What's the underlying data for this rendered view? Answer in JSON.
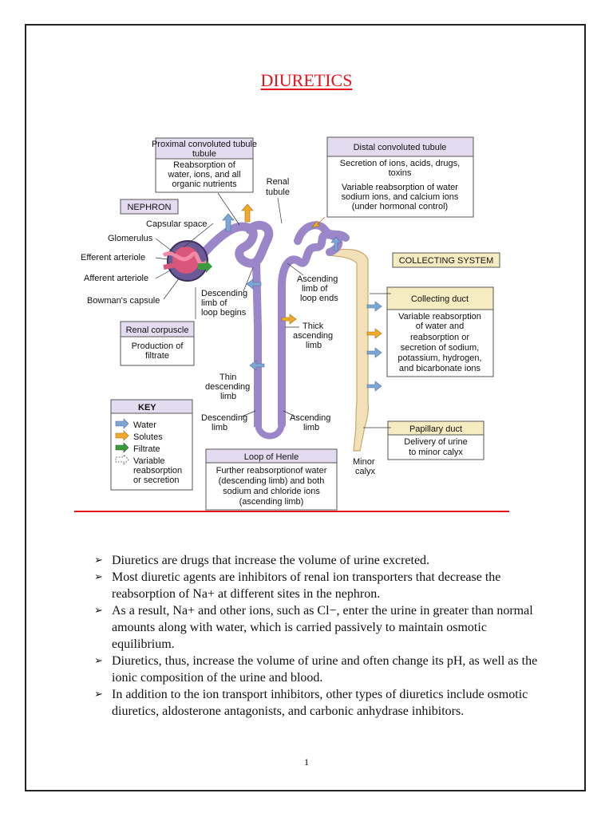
{
  "document": {
    "title": "DIURETICS",
    "page_number": "1"
  },
  "figure": {
    "proximal_header": "Proximal convoluted tubule",
    "proximal_body_1": "Reabsorption of",
    "proximal_body_2": "water, ions, and all",
    "proximal_body_3": "organic nutrients",
    "renal_tubule_1": "Renal",
    "renal_tubule_2": "tubule",
    "nephron": "NEPHRON",
    "capsular_space": "Capsular space",
    "glomerulus": "Glomerulus",
    "efferent_arteriole": "Efferent arteriole",
    "afferent_arteriole": "Afferent arteriole",
    "bowmans_capsule": "Bowman's capsule",
    "descending_begins_1": "Descending",
    "descending_begins_2": "limb of",
    "descending_begins_3": "loop begins",
    "renal_corpuscle_header": "Renal corpuscle",
    "renal_corpuscle_body_1": "Production of",
    "renal_corpuscle_body_2": "filtrate",
    "distal_header": "Distal convoluted tubule",
    "distal_body_1": "Secretion of ions, acids, drugs,",
    "distal_body_2": "toxins",
    "distal_body_3": "Variable reabsorption of water",
    "distal_body_4": "sodium ions, and calcium ions",
    "distal_body_5": "(under hormonal control)",
    "collecting_system": "COLLECTING SYSTEM",
    "ascending_ends_1": "Ascending",
    "ascending_ends_2": "limb of",
    "ascending_ends_3": "loop ends",
    "thick_1": "Thick",
    "thick_2": "ascending",
    "thick_3": "limb",
    "thin_1": "Thin",
    "thin_2": "descending",
    "thin_3": "limb",
    "descending_limb_1": "Descending",
    "descending_limb_2": "limb",
    "ascending_limb_1": "Ascending",
    "ascending_limb_2": "limb",
    "collecting_duct_header": "Collecting duct",
    "collecting_duct_body_1": "Variable reabsorption",
    "collecting_duct_body_2": "of water and",
    "collecting_duct_body_3": "reabsorption or",
    "collecting_duct_body_4": "secretion of sodium,",
    "collecting_duct_body_5": "potassium, hydrogen,",
    "collecting_duct_body_6": "and bicarbonate ions",
    "papillary_header": "Papillary duct",
    "papillary_body_1": "Delivery of urine",
    "papillary_body_2": "to minor calyx",
    "minor_calyx_1": "Minor",
    "minor_calyx_2": "calyx",
    "loop_header": "Loop of Henle",
    "loop_body_1": "Further reabsorptionof water",
    "loop_body_2": "(descending limb) and both",
    "loop_body_3": "sodium and chloride ions",
    "loop_body_4": "(ascending limb)",
    "key_title": "KEY",
    "key_water": "Water",
    "key_solutes": "Solutes",
    "key_filtrate": "Filtrate",
    "key_variable_1": "Variable",
    "key_variable_2": "reabsorption",
    "key_variable_3": "or secretion",
    "colors": {
      "water": "#7fa7d6",
      "solutes": "#f0a92a",
      "filtrate": "#3c9a3c",
      "tubule": "#9a86c8",
      "duct": "#f2e0b8",
      "box_header": "#e3dcf0",
      "box_header_yellow": "#f6ecc2"
    }
  },
  "bullets": [
    "Diuretics are drugs that increase the volume of urine excreted.",
    "Most diuretic agents are inhibitors of renal ion transporters that decrease the reabsorption of Na+ at different sites in the nephron.",
    " As a result, Na+ and other ions, such as Cl−, enter the urine in greater than normal amounts along with water, which is carried passively to maintain osmotic equilibrium.",
    " Diuretics, thus, increase the volume of urine and often change its pH, as well as the ionic composition of the urine and blood.",
    " In addition to the ion transport inhibitors, other types of diuretics include osmotic diuretics, aldosterone antagonists, and carbonic anhydrase inhibitors."
  ],
  "bullet_marker": "➢"
}
